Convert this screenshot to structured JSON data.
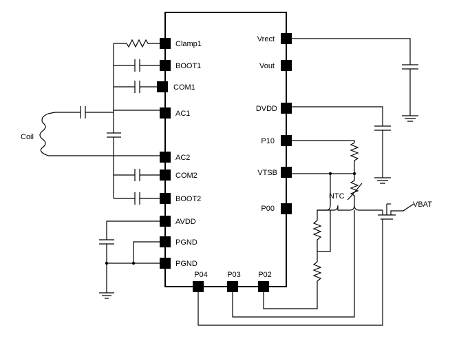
{
  "chip": {
    "left_pins": [
      "Clamp1",
      "BOOT1",
      "COM1",
      "AC1",
      "AC2",
      "COM2",
      "BOOT2",
      "AVDD",
      "PGND",
      "PGND"
    ],
    "right_pins": [
      "Vrect",
      "Vout",
      "DVDD",
      "P10",
      "VTSB",
      "P00"
    ],
    "bottom_pins": [
      "P04",
      "P03",
      "P02"
    ]
  },
  "labels": {
    "coil": "Coil",
    "ntc": "NTC",
    "vbat": "VBAT"
  }
}
